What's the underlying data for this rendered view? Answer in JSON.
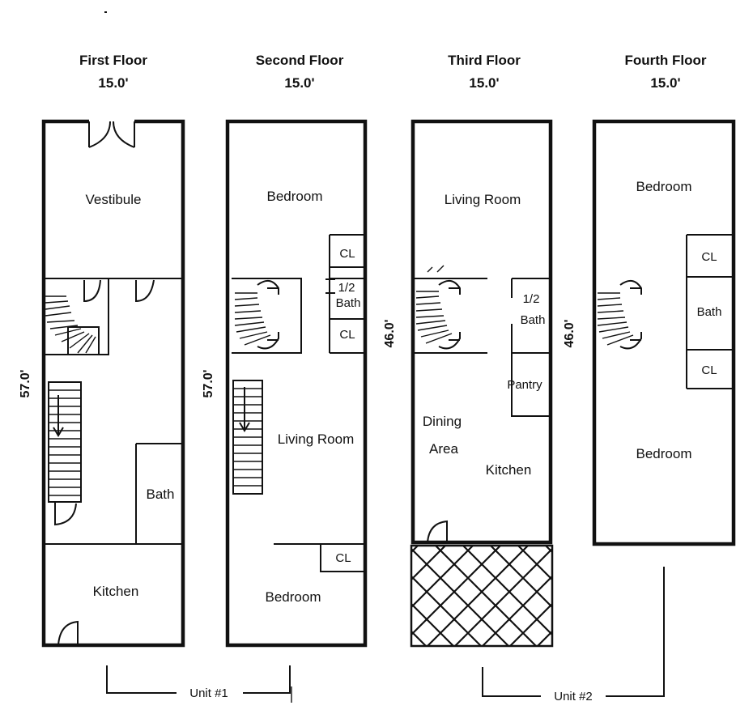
{
  "floors": [
    {
      "title": "First Floor",
      "width": "15.0'"
    },
    {
      "title": "Second Floor",
      "width": "15.0'"
    },
    {
      "title": "Third Floor",
      "width": "15.0'"
    },
    {
      "title": "Fourth Floor",
      "width": "15.0'"
    }
  ],
  "depths": {
    "first": "57.0'",
    "second": "57.0'",
    "third": "46.0'",
    "fourth": "46.0'"
  },
  "rooms": {
    "first": {
      "vestibule": "Vestibule",
      "bath": "Bath",
      "kitchen": "Kitchen"
    },
    "second": {
      "bedroom_top": "Bedroom",
      "closet_top": "CL",
      "half": "1/2",
      "bath": "Bath",
      "closet_mid": "CL",
      "living_room": "Living Room",
      "closet_bottom": "CL",
      "bedroom_bottom": "Bedroom"
    },
    "third": {
      "living_room": "Living Room",
      "half": "1/2",
      "bath": "Bath",
      "pantry": "Pantry",
      "dining": "Dining",
      "area": "Area",
      "kitchen": "Kitchen"
    },
    "fourth": {
      "bedroom_top": "Bedroom",
      "closet_top": "CL",
      "bath": "Bath",
      "closet_bottom": "CL",
      "bedroom_bottom": "Bedroom"
    }
  },
  "units": {
    "unit1": "Unit #1",
    "unit2": "Unit #2"
  }
}
